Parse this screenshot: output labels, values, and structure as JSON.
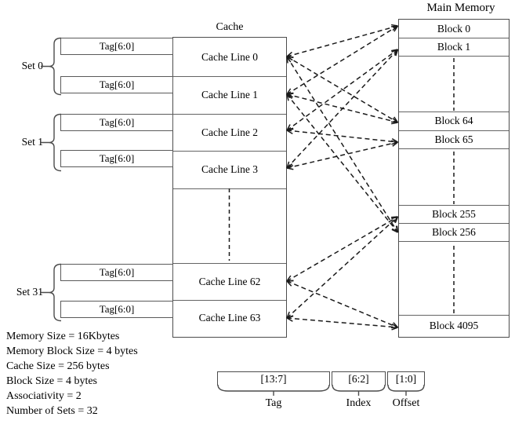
{
  "cache": {
    "title": "Cache",
    "lines": {
      "l0": "Cache Line 0",
      "l1": "Cache Line 1",
      "l2": "Cache Line 2",
      "l3": "Cache Line 3",
      "l62": "Cache Line 62",
      "l63": "Cache Line 63"
    }
  },
  "memory": {
    "title": "Main Memory",
    "blocks": {
      "b0": "Block 0",
      "b1": "Block 1",
      "b64": "Block 64",
      "b65": "Block 65",
      "b255": "Block 255",
      "b256": "Block 256",
      "b4095": "Block 4095"
    }
  },
  "sets": {
    "set0": {
      "label": "Set 0",
      "tag_a": "Tag[6:0]",
      "tag_b": "Tag[6:0]"
    },
    "set1": {
      "label": "Set 1",
      "tag_a": "Tag[6:0]",
      "tag_b": "Tag[6:0]"
    },
    "set31": {
      "label": "Set 31",
      "tag_a": "Tag[6:0]",
      "tag_b": "Tag[6:0]"
    }
  },
  "parameters": {
    "memory_size": "Memory Size = 16Kbytes",
    "memory_block_size": "Memory Block Size = 4 bytes",
    "cache_size": "Cache Size = 256 bytes",
    "block_size": "Block Size = 4 bytes",
    "associativity": "Associativity = 2",
    "number_of_sets": "Number of Sets = 32"
  },
  "address": {
    "tag": {
      "bits": "[13:7]",
      "label": "Tag"
    },
    "index": {
      "bits": "[6:2]",
      "label": "Index"
    },
    "offset": {
      "bits": "[1:0]",
      "label": "Offset"
    }
  },
  "connections": [
    {
      "from": "l0",
      "to": "b0"
    },
    {
      "from": "l0",
      "to": "b64"
    },
    {
      "from": "l0",
      "to": "b256"
    },
    {
      "from": "l1",
      "to": "b0"
    },
    {
      "from": "l1",
      "to": "b64"
    },
    {
      "from": "l1",
      "to": "b256"
    },
    {
      "from": "l2",
      "to": "b1"
    },
    {
      "from": "l2",
      "to": "b65"
    },
    {
      "from": "l3",
      "to": "b1"
    },
    {
      "from": "l3",
      "to": "b65"
    },
    {
      "from": "l62",
      "to": "b255"
    },
    {
      "from": "l62",
      "to": "b4095"
    },
    {
      "from": "l63",
      "to": "b255"
    },
    {
      "from": "l63",
      "to": "b4095"
    }
  ],
  "colors": {
    "box_border": "#4c4c4c",
    "inner_border": "#646464",
    "connector": "#1a1a1a",
    "text": "#000000",
    "background": "#ffffff"
  }
}
